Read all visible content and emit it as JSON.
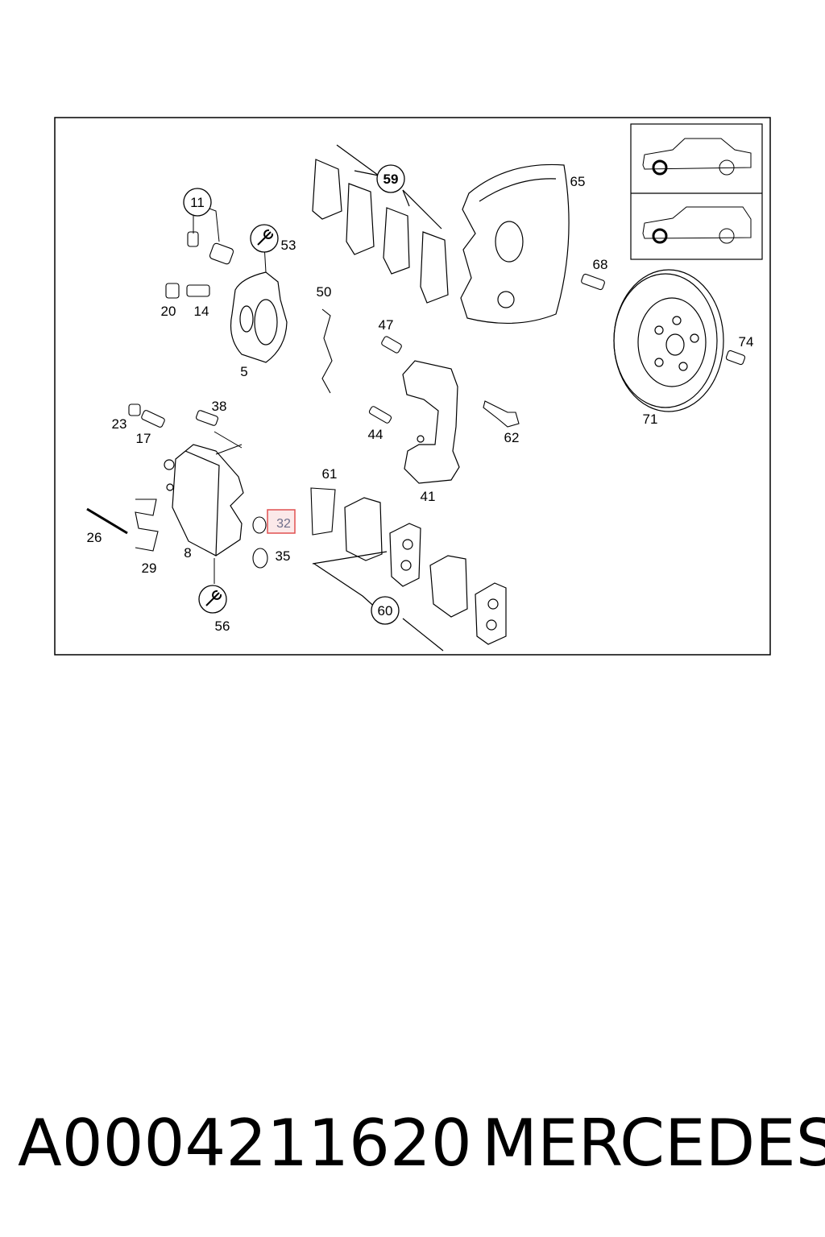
{
  "diagram": {
    "callouts": {
      "c5": "5",
      "c8": "8",
      "c11": "11",
      "c14": "14",
      "c17": "17",
      "c20": "20",
      "c23": "23",
      "c26": "26",
      "c29": "29",
      "c32": "32",
      "c35": "35",
      "c38": "38",
      "c41": "41",
      "c44": "44",
      "c47": "47",
      "c50": "50",
      "c53": "53",
      "c56": "56",
      "c59": "59",
      "c60": "60",
      "c61": "61",
      "c62": "62",
      "c65": "65",
      "c68": "68",
      "c71": "71",
      "c74": "74"
    },
    "highlighted_callout": "32",
    "highlight_color": "#e05050"
  },
  "footer": {
    "part_number": "A0004211620",
    "brand": "MERCEDES"
  }
}
